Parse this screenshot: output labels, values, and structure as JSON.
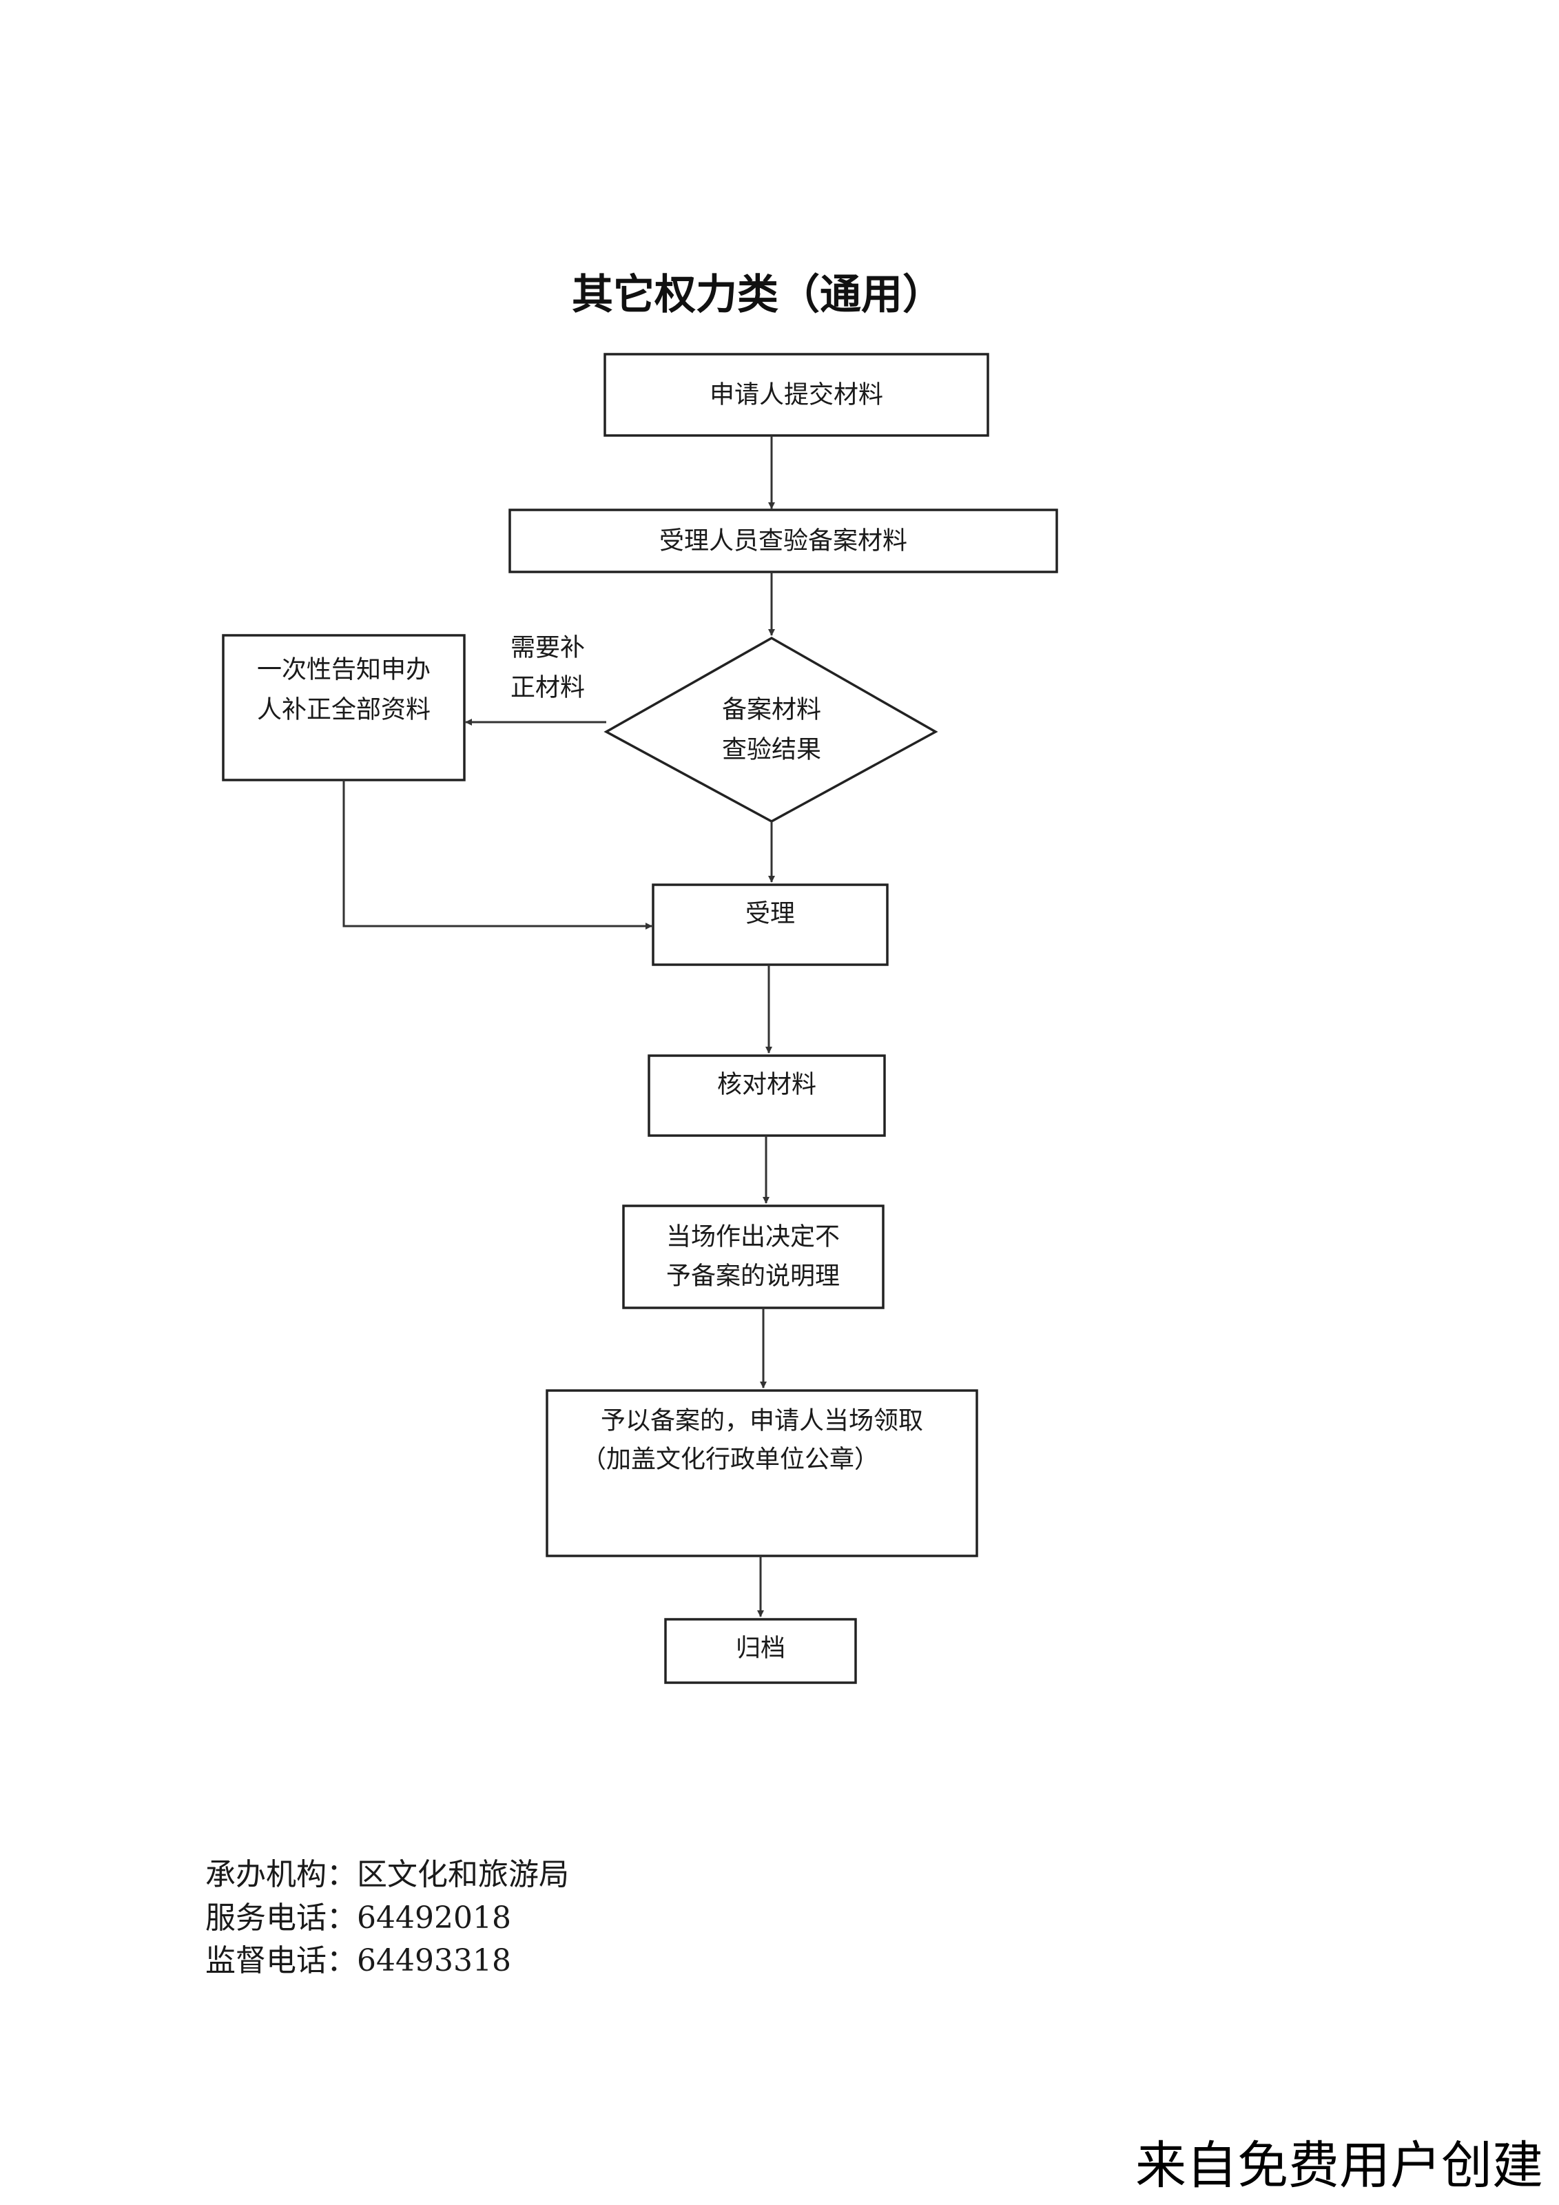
{
  "title": "其它权力类（通用）",
  "nodes": {
    "submit": "申请人提交材料",
    "inspect": "受理人员查验备案材料",
    "decision": [
      "备案材料",
      "查验结果"
    ],
    "notify": [
      "一次性告知申办",
      "人补正全部资料"
    ],
    "accept": "受理",
    "verify": "核对材料",
    "refuse": [
      "当场作出决定不",
      "予备案的说明理"
    ],
    "grant": [
      "予以备案的，申请人当场领取",
      "（加盖文化行政单位公章）"
    ],
    "archive": "归档"
  },
  "edge_labels": {
    "need_supplement": [
      "需要补",
      "正材料"
    ]
  },
  "footer": {
    "organizer": "承办机构：区文化和旅游局",
    "service_phone": "服务电话：64492018",
    "supervision_phone": "监督电话：64493318"
  },
  "watermark": "来自免费用户创建"
}
